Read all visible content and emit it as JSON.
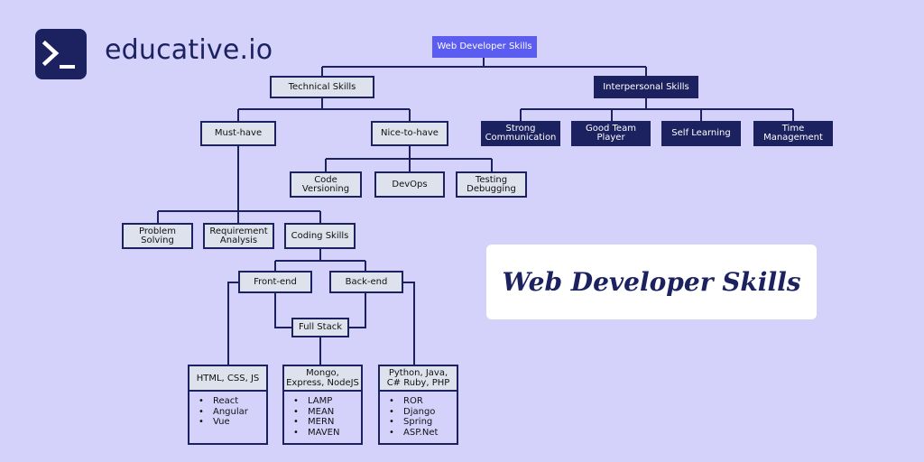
{
  "brand": {
    "name": "educative.io",
    "logo_icon": "terminal-prompt-icon"
  },
  "title_card": {
    "text": "Web Developer Skills"
  },
  "colors": {
    "background": "#d4d2fb",
    "navy": "#1c2260",
    "root": "#5b5cf0",
    "node": "#dde2ec"
  },
  "tree": {
    "root": "Web Developer Skills",
    "technical": "Technical Skills",
    "interpersonal": "Interpersonal Skills",
    "interpersonal_items": [
      "Strong Communication",
      "Good Team Player",
      "Self Learning",
      "Time Management"
    ],
    "must_have": "Must-have",
    "nice_to_have": "Nice-to-have",
    "nice_items": [
      "Code Versioning",
      "DevOps",
      "Testing Debugging"
    ],
    "must_items": [
      "Problem Solving",
      "Requirement Analysis",
      "Coding Skills"
    ],
    "front_end": "Front-end",
    "back_end": "Back-end",
    "full_stack": "Full Stack",
    "stacks": [
      {
        "title": "HTML, CSS, JS",
        "items": [
          "React",
          "Angular",
          "Vue"
        ]
      },
      {
        "title": "Mongo, Express, NodeJS",
        "items": [
          "LAMP",
          "MEAN",
          "MERN",
          "MAVEN"
        ]
      },
      {
        "title": "Python, Java, C# Ruby, PHP",
        "items": [
          "ROR",
          "Django",
          "Spring",
          "ASP.Net"
        ]
      }
    ]
  }
}
